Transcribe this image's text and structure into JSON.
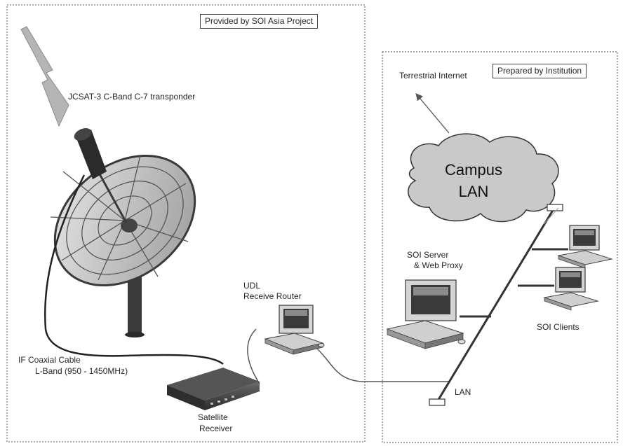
{
  "regions": {
    "soi_provided": {
      "label": "Provided by SOI Asia Project"
    },
    "institution_prepared": {
      "label": "Prepared by Institution"
    }
  },
  "labels": {
    "satellite_link": "JCSAT-3 C-Band C-7 transponder",
    "cable_line1": "IF Coaxial Cable",
    "cable_line2": "L-Band (950 - 1450MHz)",
    "receiver_line1": "Satellite",
    "receiver_line2": "Receiver",
    "router_line1": "UDL",
    "router_line2": "Receive Router",
    "terrestrial": "Terrestrial Internet",
    "server_line1": "SOI Server",
    "server_line2": "& Web Proxy",
    "clients": "SOI Clients",
    "lan": "LAN",
    "campus_line1": "Campus",
    "campus_line2": "LAN"
  },
  "icons": [
    "satellite-dish-icon",
    "satellite-receiver-icon",
    "router-computer-icon",
    "server-computer-icon",
    "client-computer-icon",
    "cloud-icon",
    "lightning-bolt-icon"
  ]
}
